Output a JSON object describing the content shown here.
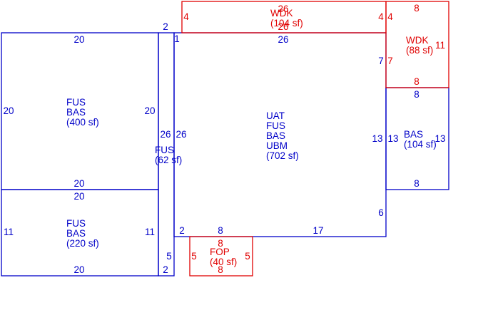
{
  "colors": {
    "background": "#ffffff",
    "living": "#0000c8",
    "exterior": "#e00000"
  },
  "areas": [
    {
      "id": "area-fus-bas-400",
      "kind": "living",
      "lines": [
        "FUS",
        "BAS",
        "(400 sf)"
      ],
      "dims": [
        "20",
        "20",
        "20",
        "20"
      ]
    },
    {
      "id": "area-fus-bas-220",
      "kind": "living",
      "lines": [
        "FUS",
        "BAS",
        "(220 sf)"
      ],
      "dims": [
        "20",
        "11",
        "11",
        "20"
      ]
    },
    {
      "id": "area-fus-62",
      "kind": "living",
      "lines": [
        "FUS",
        "(62 sf)"
      ],
      "dims": [
        "2",
        "26",
        "26",
        "1",
        "5",
        "2"
      ]
    },
    {
      "id": "area-uat-fus-bas-ubm-702",
      "kind": "living",
      "lines": [
        "UAT",
        "FUS",
        "BAS",
        "UBM",
        "(702 sf)"
      ],
      "dims": [
        "26",
        "7",
        "13",
        "6",
        "17",
        "8",
        "2"
      ]
    },
    {
      "id": "area-bas-104",
      "kind": "living",
      "lines": [
        "BAS",
        "(104 sf)"
      ],
      "dims": [
        "8",
        "13",
        "13",
        "8"
      ]
    },
    {
      "id": "area-wdk-104",
      "kind": "exterior",
      "lines": [
        "WDK",
        "(104 sf)"
      ],
      "dims": [
        "26",
        "26",
        "4",
        "4"
      ]
    },
    {
      "id": "area-wdk-88",
      "kind": "exterior",
      "lines": [
        "WDK",
        "(88 sf)"
      ],
      "dims": [
        "8",
        "4",
        "7",
        "11",
        "8"
      ]
    },
    {
      "id": "area-fop-40",
      "kind": "exterior",
      "lines": [
        "FOP",
        "(40 sf)"
      ],
      "dims": [
        "8",
        "5",
        "5",
        "8"
      ]
    }
  ]
}
